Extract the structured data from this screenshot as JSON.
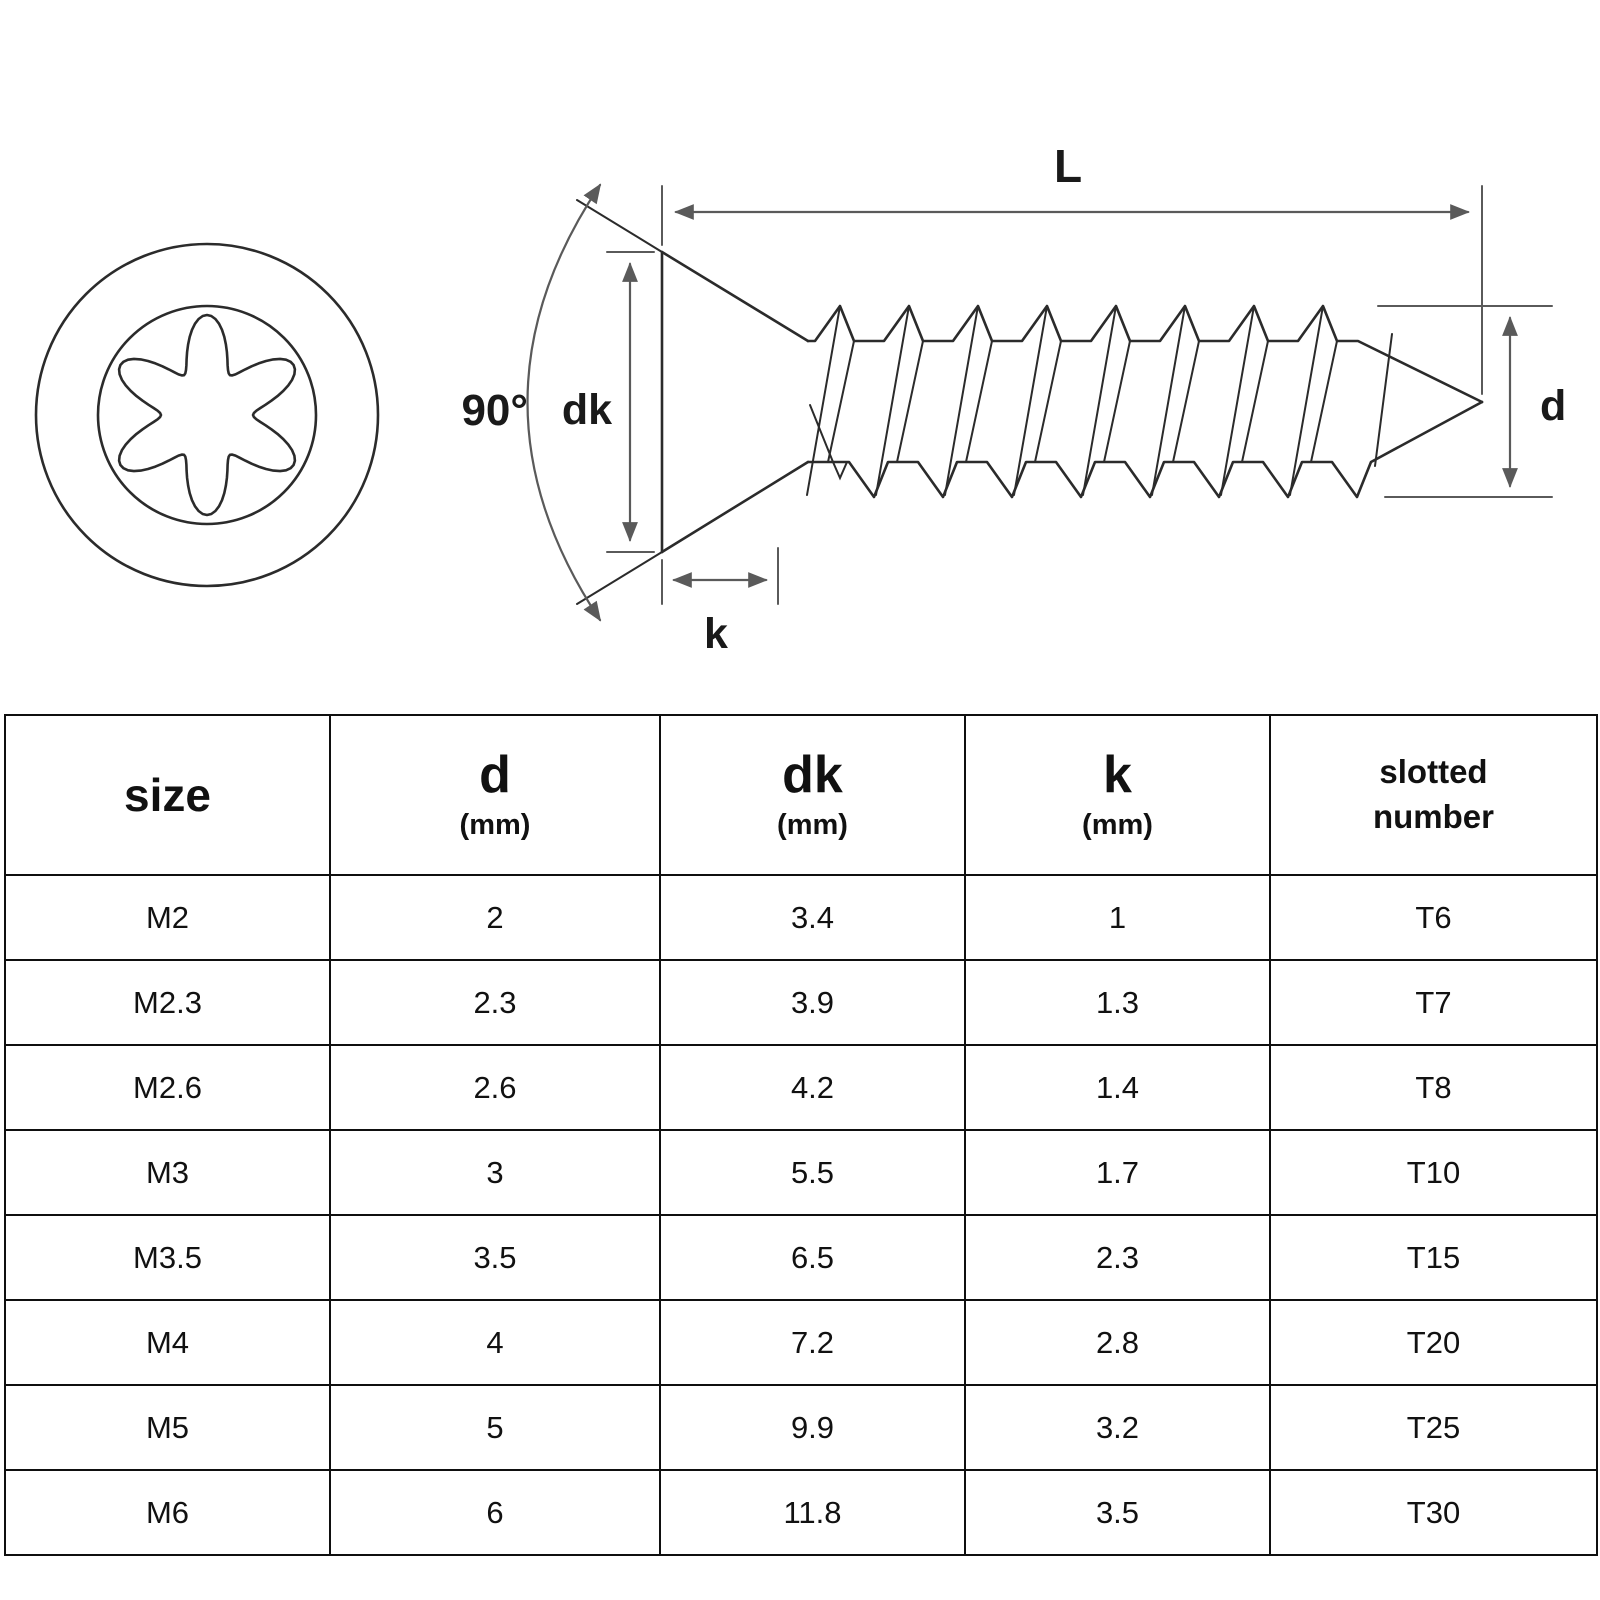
{
  "diagram": {
    "labels": {
      "length": "L",
      "angle": "90°",
      "head_diameter": "dk",
      "head_height": "k",
      "thread_diameter": "d"
    }
  },
  "table": {
    "headers": [
      {
        "main": "size",
        "sub": ""
      },
      {
        "main": "d",
        "sub": "(mm)"
      },
      {
        "main": "dk",
        "sub": "(mm)"
      },
      {
        "main": "k",
        "sub": "(mm)"
      },
      {
        "main": "slotted",
        "sub": "number"
      }
    ],
    "rows": [
      [
        "M2",
        "2",
        "3.4",
        "1",
        "T6"
      ],
      [
        "M2.3",
        "2.3",
        "3.9",
        "1.3",
        "T7"
      ],
      [
        "M2.6",
        "2.6",
        "4.2",
        "1.4",
        "T8"
      ],
      [
        "M3",
        "3",
        "5.5",
        "1.7",
        "T10"
      ],
      [
        "M3.5",
        "3.5",
        "6.5",
        "2.3",
        "T15"
      ],
      [
        "M4",
        "4",
        "7.2",
        "2.8",
        "T20"
      ],
      [
        "M5",
        "5",
        "9.9",
        "3.2",
        "T25"
      ],
      [
        "M6",
        "6",
        "11.8",
        "3.5",
        "T30"
      ]
    ]
  }
}
